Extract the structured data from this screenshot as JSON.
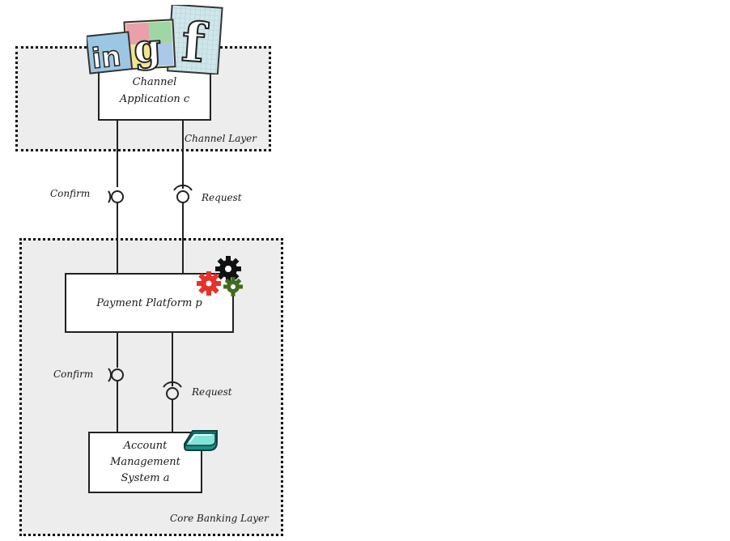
{
  "layers": {
    "channel": {
      "label": "Channel Layer"
    },
    "core": {
      "label": "Core Banking Layer"
    }
  },
  "components": {
    "channel_app": {
      "line1": "Channel",
      "line2": "Application c"
    },
    "payment_platform": {
      "line1": "Payment Platform p"
    },
    "account_system": {
      "line1": "Account",
      "line2": "Management",
      "line3": "System a"
    }
  },
  "interfaces": {
    "top_confirm": "Confirm",
    "top_request": "Request",
    "bottom_confirm": "Confirm",
    "bottom_request": "Request"
  },
  "icons": {
    "social": "social-media-icons",
    "gears": "gears-icon",
    "disk": "disk-icon"
  },
  "colors": {
    "layer_fill": "#ededed",
    "border": "#111111"
  }
}
